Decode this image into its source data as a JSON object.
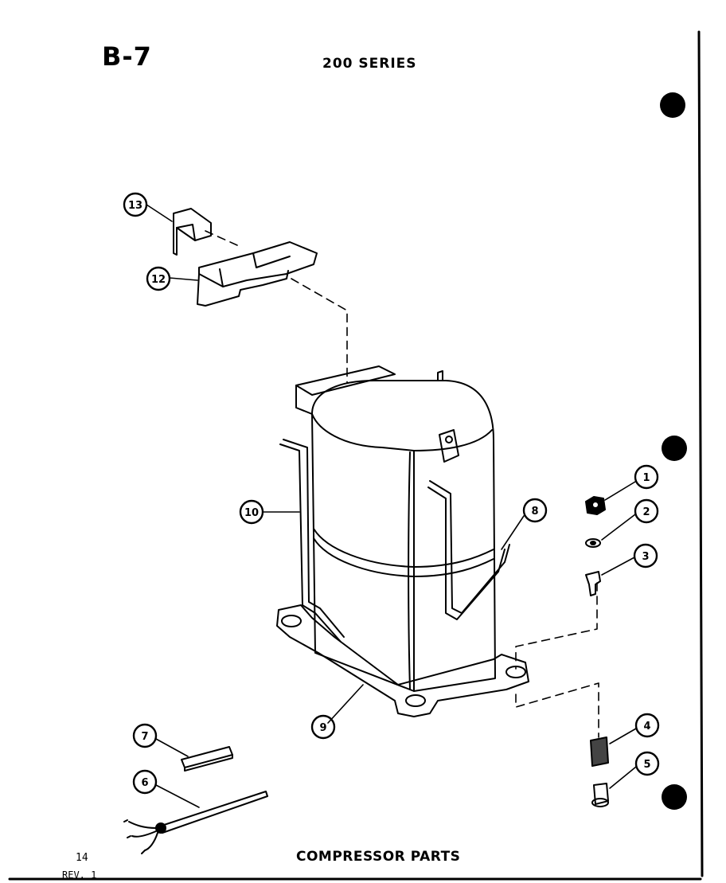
{
  "header": {
    "code": "B-7",
    "series": "200 SERIES"
  },
  "footer": {
    "caption": "COMPRESSOR PARTS",
    "page_number": "14",
    "revision": "REV. 1"
  },
  "callouts": [
    "1",
    "2",
    "3",
    "4",
    "5",
    "6",
    "7",
    "8",
    "9",
    "10",
    "12",
    "13"
  ]
}
